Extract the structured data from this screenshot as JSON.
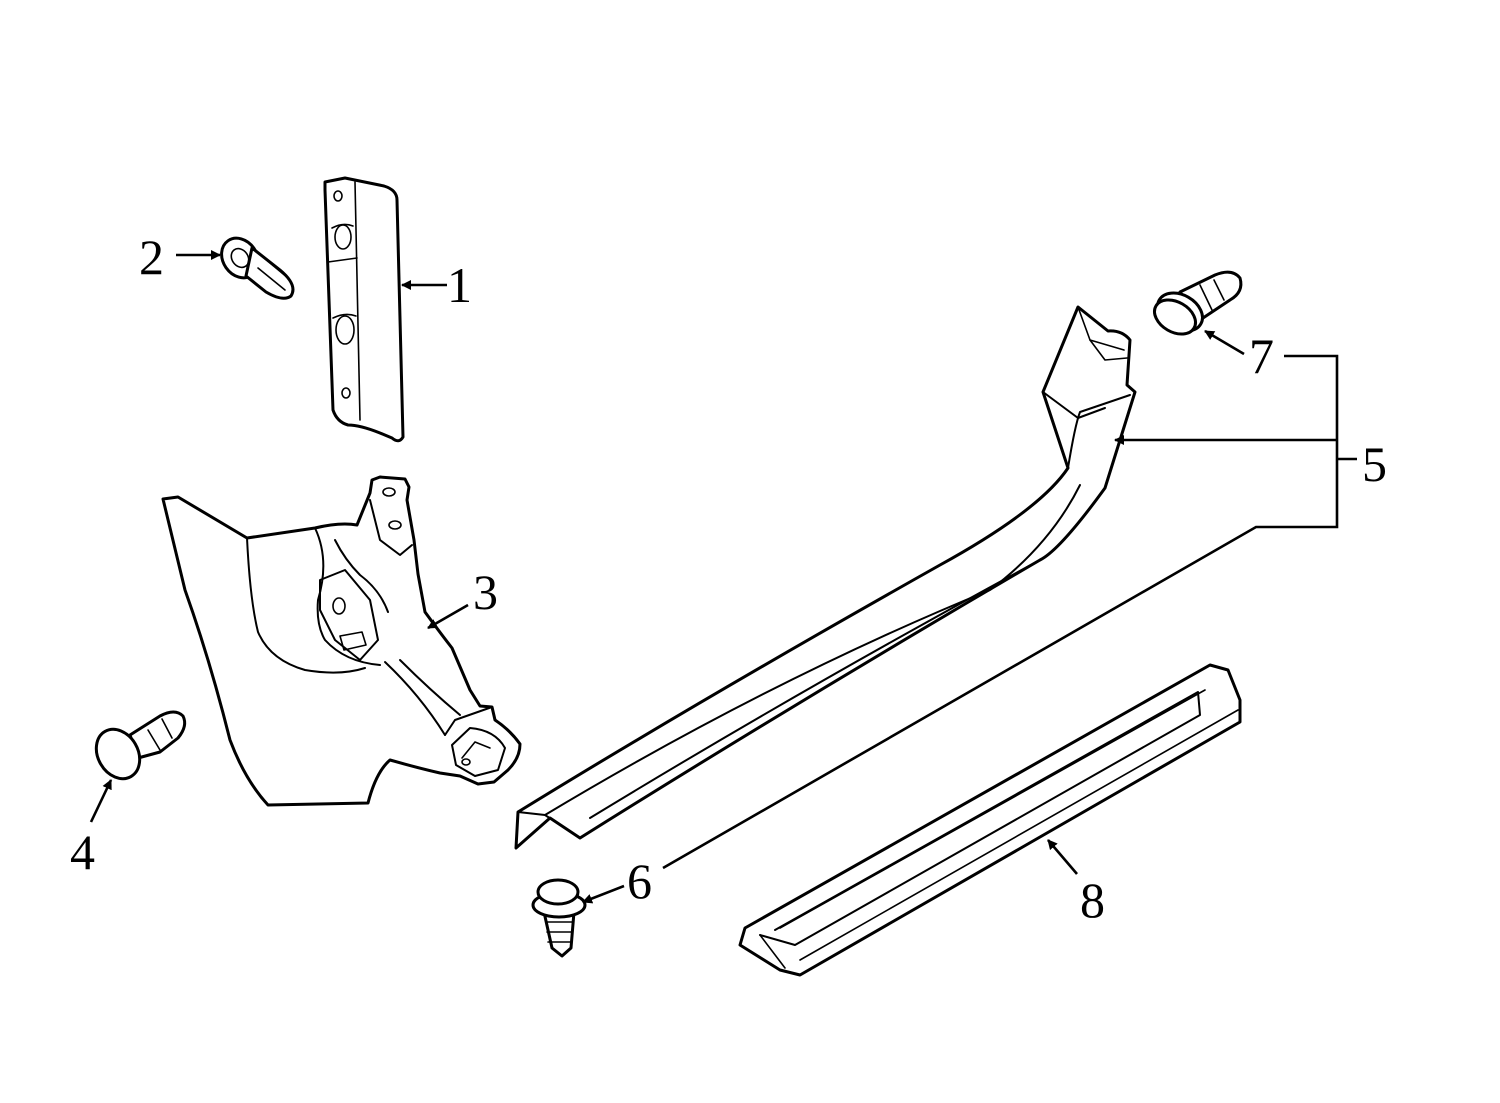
{
  "colors": {
    "highlight": "#97dcf7",
    "line": "#000000",
    "background": "#ffffff"
  },
  "callouts": {
    "c1": "1",
    "c2": "2",
    "c3": "3",
    "c4": "4",
    "c5": "5",
    "c6": "6",
    "c7": "7",
    "c8": "8"
  }
}
